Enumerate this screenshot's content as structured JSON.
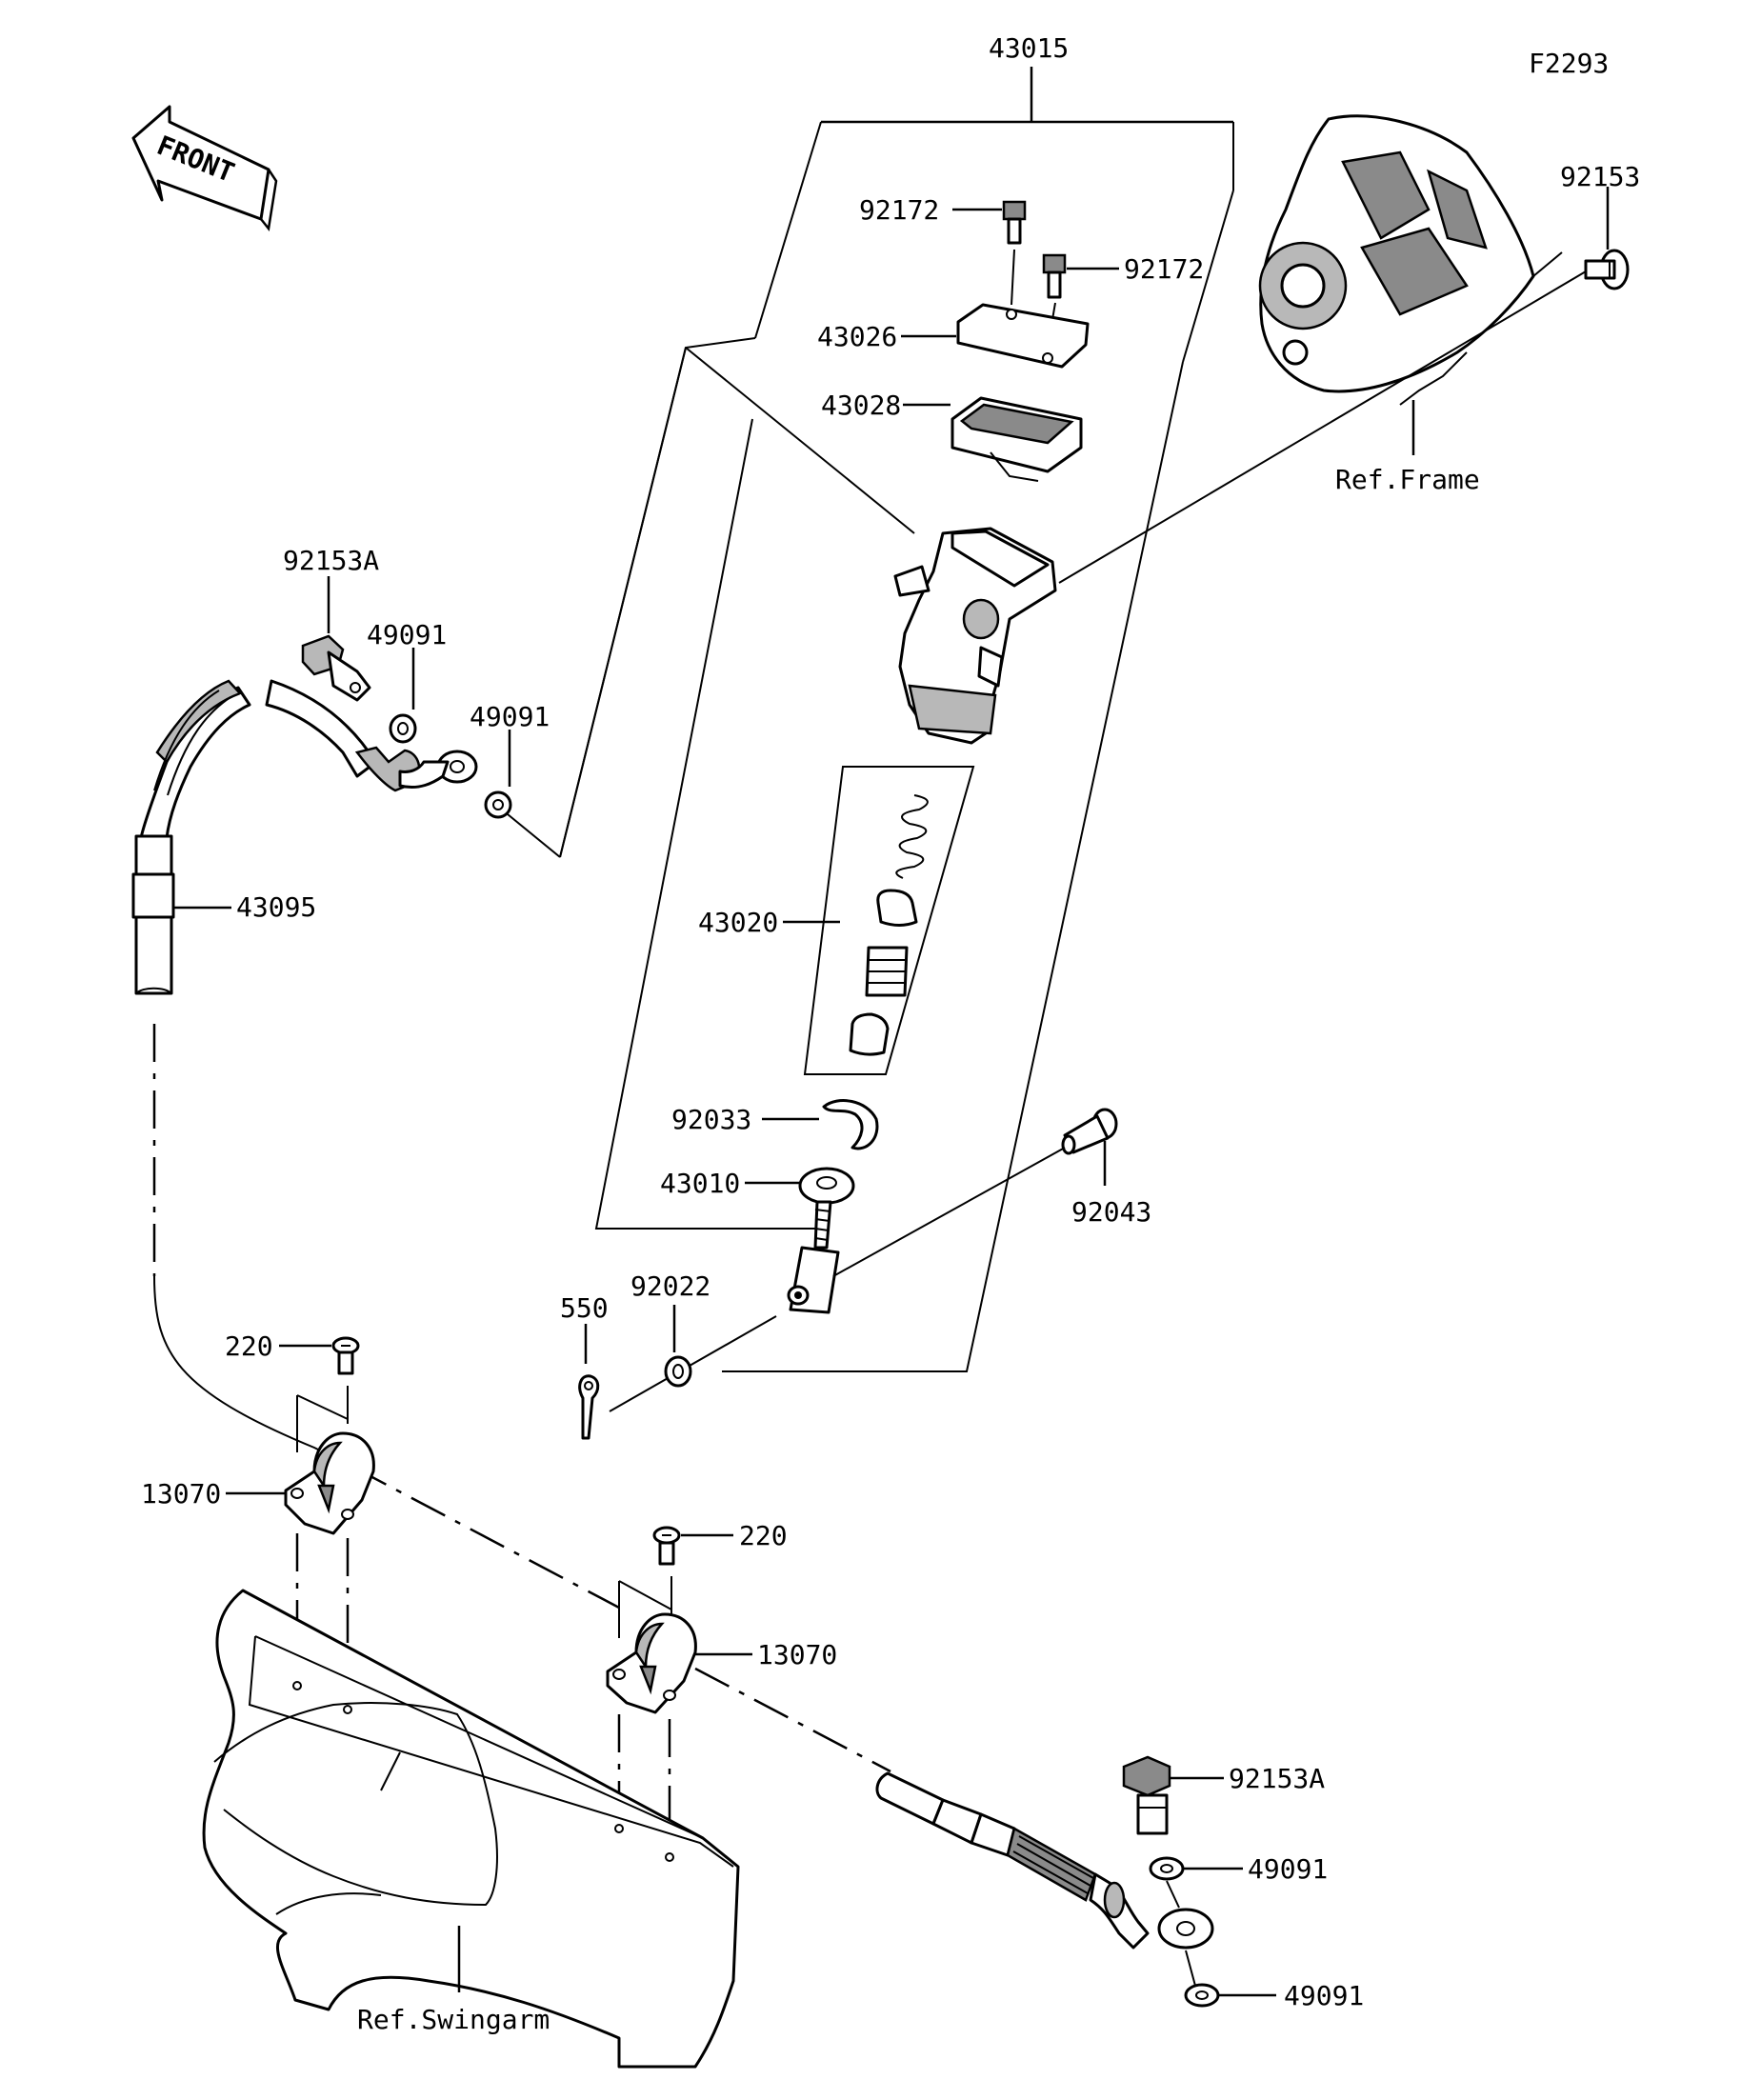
{
  "figure_id": "F2293",
  "front_label": "FRONT",
  "refs": {
    "frame": "Ref.Frame",
    "swingarm": "Ref.Swingarm"
  },
  "parts": [
    {
      "key": "p43015",
      "number": "43015"
    },
    {
      "key": "p92153_top",
      "number": "92153"
    },
    {
      "key": "p92172_a",
      "number": "92172"
    },
    {
      "key": "p92172_b",
      "number": "92172"
    },
    {
      "key": "p43026",
      "number": "43026"
    },
    {
      "key": "p43028",
      "number": "43028"
    },
    {
      "key": "p92153A_top",
      "number": "92153A"
    },
    {
      "key": "p49091_a",
      "number": "49091"
    },
    {
      "key": "p49091_b",
      "number": "49091"
    },
    {
      "key": "p43095",
      "number": "43095"
    },
    {
      "key": "p43020",
      "number": "43020"
    },
    {
      "key": "p92033",
      "number": "92033"
    },
    {
      "key": "p43010",
      "number": "43010"
    },
    {
      "key": "p92043",
      "number": "92043"
    },
    {
      "key": "p550",
      "number": "550"
    },
    {
      "key": "p92022",
      "number": "92022"
    },
    {
      "key": "p220_a",
      "number": "220"
    },
    {
      "key": "p13070_a",
      "number": "13070"
    },
    {
      "key": "p220_b",
      "number": "220"
    },
    {
      "key": "p13070_b",
      "number": "13070"
    },
    {
      "key": "p92153A_bot",
      "number": "92153A"
    },
    {
      "key": "p49091_c",
      "number": "49091"
    },
    {
      "key": "p49091_d",
      "number": "49091"
    }
  ]
}
